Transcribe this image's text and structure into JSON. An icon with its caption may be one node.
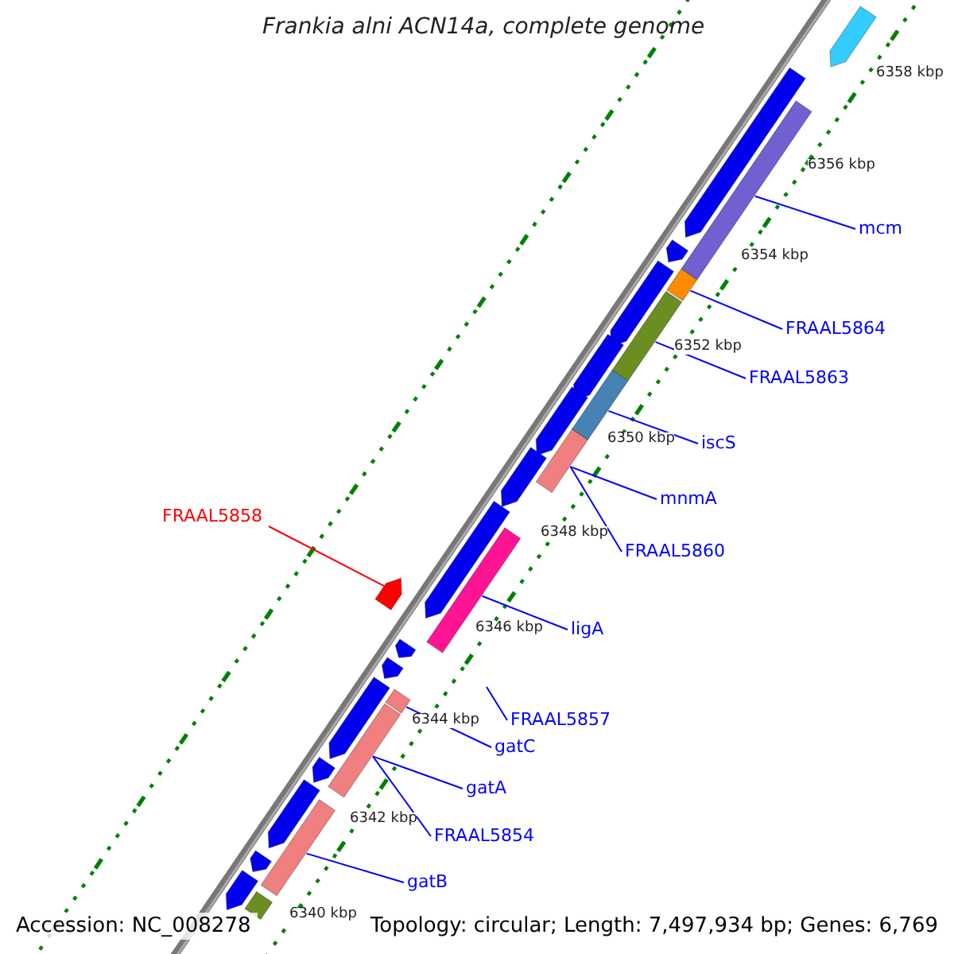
{
  "diagram": {
    "title": "Frankia alni ACN14a, complete genome",
    "nodes": [
      {
        "text": [
          "mcm"
        ]
      },
      {
        "text": [],
        "shape": "bar"
      },
      {
        "text": [
          "FRAAL5864"
        ]
      },
      {
        "text": [],
        "shape": "bar"
      },
      {
        "text": [
          "FRAAL5863"
        ]
      },
      {
        "text": [],
        "shape": "bar"
      },
      {
        "text": [
          "iscS"
        ]
      },
      {
        "text": [],
        "shape": "bar"
      },
      {
        "text": [
          "mnmA"
        ]
      },
      {
        "text": [],
        "shape": "bar"
      },
      {
        "text": [
          "FRAAL5858"
        ]
      },
      {
        "text": [],
        "shape": "bar"
      },
      {
        "text": [
          "FRAAL5860"
        ]
      },
      {
        "text": [
          "ligA"
        ]
      },
      {
        "text": [],
        "shape": "bar"
      },
      {
        "text": [
          "FRAAL5857"
        ]
      },
      {
        "text": [
          "gatC"
        ]
      },
      {
        "text": [],
        "shape": "bar"
      },
      {
        "text": [
          "gatA"
        ]
      },
      {
        "text": [],
        "shape": "bar"
      },
      {
        "text": [
          "FRAAL5854"
        ]
      },
      {
        "text": [
          "gatB"
        ]
      },
      {
        "text": [],
        "shape": "bar"
      },
      {
        "text": [],
        "shape": "bar"
      },
      {
        "text": [],
        "shape": "bar"
      },
      {
        "text": [],
        "shape": "bar"
      },
      {
        "text": [],
        "shape": "bar"
      },
      {
        "text": [],
        "shape": "bar"
      },
      {
        "text": [],
        "shape": "bar"
      },
      {
        "text": [],
        "shape": "bar"
      },
      {
        "text": [],
        "shape": "bar"
      },
      {
        "text": [],
        "shape": "bar"
      },
      {
        "text": [],
        "shape": "bar"
      },
      {
        "text": [],
        "shape": "bar"
      },
      {
        "text": [],
        "shape": "bar"
      },
      {
        "text": [],
        "shape": "bar"
      },
      {
        "text": [],
        "shape": "bar"
      },
      {
        "text": [],
        "shape": "bar"
      },
      {
        "text": [],
        "shape": "bar"
      }
    ],
    "edges": [
      {
        "from": 0,
        "to": 1,
        "arrow": "none"
      },
      {
        "from": 2,
        "to": 3,
        "arrow": "none"
      },
      {
        "from": 4,
        "to": 5,
        "arrow": "none"
      },
      {
        "from": 6,
        "to": 7,
        "arrow": "none"
      },
      {
        "from": 8,
        "to": 9,
        "arrow": "none"
      },
      {
        "from": 10,
        "to": 11,
        "arrow": "none",
        "color": "#ff0000"
      },
      {
        "from": 12,
        "to": 9,
        "arrow": "none"
      },
      {
        "from": 13,
        "to": 14,
        "arrow": "none"
      },
      {
        "from": 15,
        "to": null,
        "arrow": "none"
      },
      {
        "from": 16,
        "to": 17,
        "arrow": "none"
      },
      {
        "from": 18,
        "to": 19,
        "arrow": "none"
      },
      {
        "from": 20,
        "to": 19,
        "arrow": "none"
      },
      {
        "from": 21,
        "to": 22,
        "arrow": "none"
      }
    ],
    "labels": [
      "6358 kbp",
      "6356 kbp",
      "6354 kbp",
      "6352 kbp",
      "6350 kbp",
      "6348 kbp",
      "6346 kbp",
      "6344 kbp",
      "6342 kbp",
      "6340 kbp",
      "Accession: NC_008278",
      "Topology: circular; Length: 7,497,934 bp; Genes: 6,769"
    ]
  }
}
